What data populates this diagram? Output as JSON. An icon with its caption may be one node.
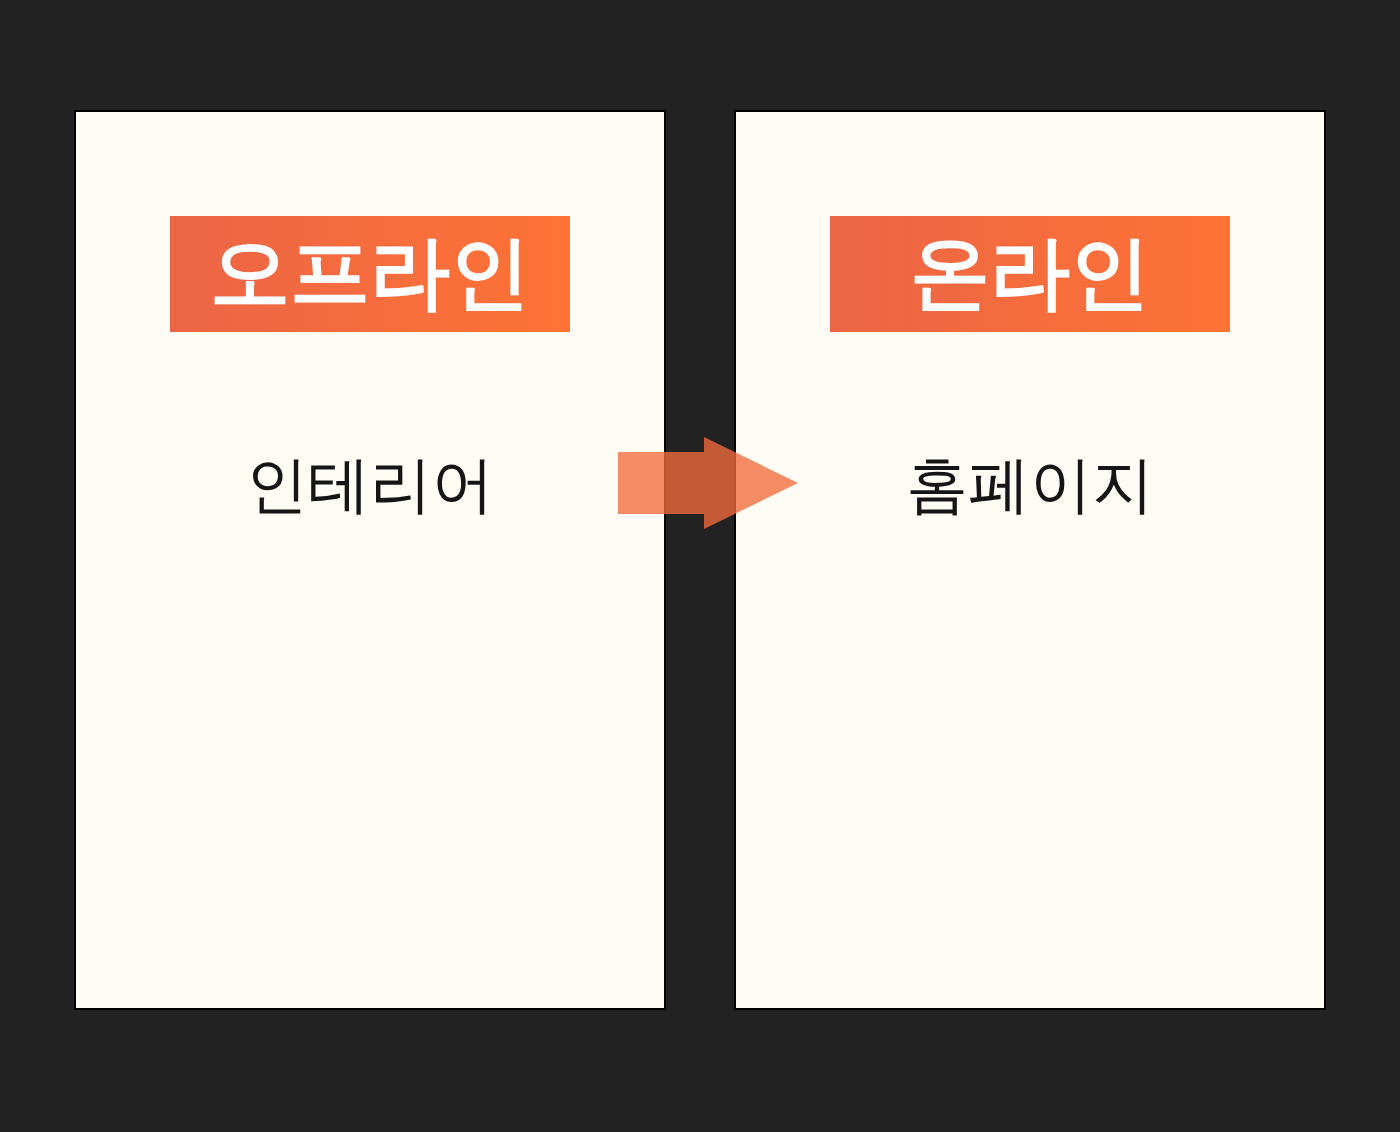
{
  "diagram": {
    "nodes": [
      {
        "text": [
          "인테리어"
        ]
      },
      {
        "text": [
          "오프라인"
        ],
        "in": 0
      },
      {
        "text": [
          "홈페이지"
        ]
      },
      {
        "text": [
          "온라인"
        ],
        "in": 2
      }
    ],
    "edges": [
      {
        "from": 0,
        "to": 2,
        "arrow": "to"
      }
    ]
  }
}
